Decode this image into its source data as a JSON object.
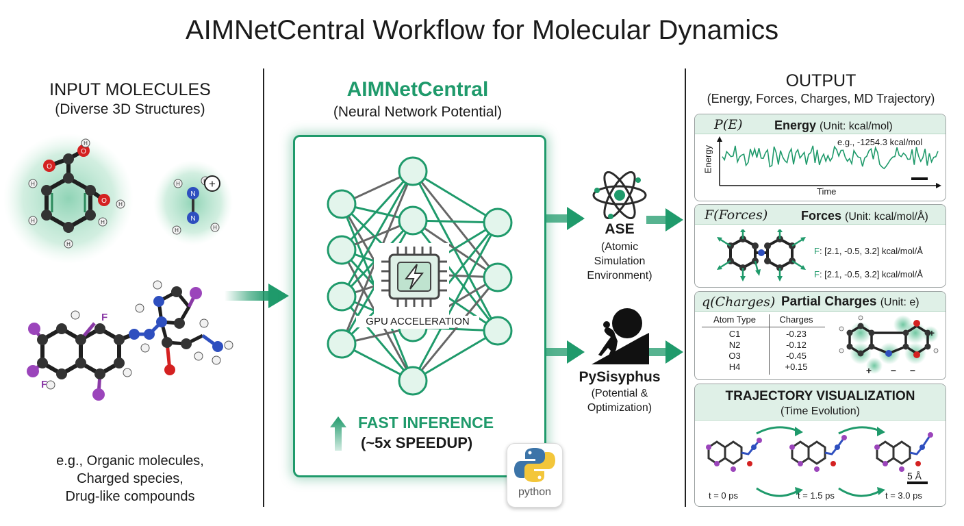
{
  "title": "AIMNetCentral Workflow for Molecular Dynamics",
  "input": {
    "heading": "INPUT MOLECULES",
    "subheading": "(Diverse 3D Structures)",
    "examples": [
      "e.g., Organic molecules,",
      "Charged species,",
      "Drug-like compounds"
    ],
    "atom_labels": {
      "H": "H",
      "O": "O",
      "N": "N",
      "F": "F"
    }
  },
  "model": {
    "name": "AIMNetCentral",
    "subtitle": "(Neural Network Potential)",
    "gpu_label": "GPU ACCELERATION",
    "fast_line1": "FAST INFERENCE",
    "fast_line2": "(~5x SPEEDUP)",
    "python_label": "python"
  },
  "ase": {
    "name": "ASE",
    "desc": [
      "(Atomic",
      "Simulation",
      "Environment)"
    ]
  },
  "pysisyphus": {
    "name": "PySisyphus",
    "desc": [
      "(Potential &",
      "Optimization)"
    ]
  },
  "output": {
    "heading": "OUTPUT",
    "subheading": "(Energy, Forces, Charges, MD Trajectory)",
    "energy": {
      "symbol": "P(E)",
      "label": "Energy",
      "unit": "(Unit: kcal/mol)",
      "example": "e.g., -1254.3 kcal/mol",
      "ylabel": "Energy",
      "xlabel": "Time"
    },
    "forces": {
      "symbol": "F(Forces)",
      "label": "Forces",
      "unit": "(Unit: kcal/mol/Å)",
      "values": [
        {
          "prefix": "F",
          "text": ": [2.1, -0.5, 3.2] kcal/mol/Å"
        },
        {
          "prefix": "F",
          "text": ": [2.1, -0.5, 3.2] kcal/mol/Å"
        }
      ]
    },
    "charges": {
      "symbol": "q(Charges)",
      "label": "Partial Charges",
      "unit": "(Unit: e)",
      "columns": [
        "Atom Type",
        "Charges"
      ],
      "rows": [
        {
          "atom": "C1",
          "charge": "-0.23"
        },
        {
          "atom": "N2",
          "charge": "-0.12"
        },
        {
          "atom": "O3",
          "charge": "-0.45"
        },
        {
          "atom": "H4",
          "charge": "+0.15"
        }
      ],
      "signs": [
        "+",
        "+",
        "−",
        "−"
      ]
    },
    "trajectory": {
      "title": "TRAJECTORY VISUALIZATION",
      "subtitle": "(Time Evolution)",
      "times": [
        "t = 0 ps",
        "t = 1.5 ps",
        "t = 3.0 ps"
      ],
      "scale": "5 Å"
    }
  },
  "colors": {
    "accent": "#1f9a6b",
    "accent_light": "#dff0e7",
    "node_fill": "#e3f5ec"
  }
}
